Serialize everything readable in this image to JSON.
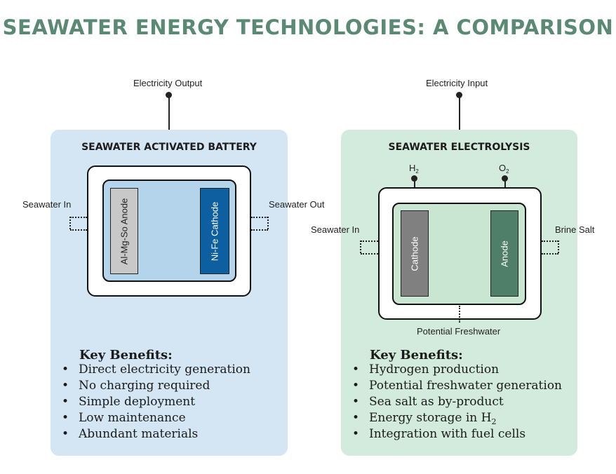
{
  "title": "SEAWATER ENERGY TECHNOLOGIES: A COMPARISON",
  "battery": {
    "heading": "SEAWATER ACTIVATED BATTERY",
    "top_label": "Electricity Output",
    "left_label": "Seawater In",
    "right_label": "Seawater Out",
    "anode_label": "Al-Mg-So Anode",
    "cathode_label": "Ni-Fe Cathode",
    "benefits_title": "Key Benefits:",
    "benefits": [
      "Direct electricity generation",
      "No charging required",
      "Simple deployment",
      "Low maintenance",
      "Abundant materials"
    ]
  },
  "electrolysis": {
    "heading": "SEAWATER ELECTROLYSIS",
    "top_label": "Electricity Input",
    "left_label": "Seawater In",
    "right_label": "Brine Salt",
    "bottom_label": "Potential Freshwater",
    "h2_main": "H",
    "h2_sub": "2",
    "o2_main": "O",
    "o2_sub": "2",
    "cathode_label": "Cathode",
    "anode_label": "Anode",
    "benefits_title": "Key Benefits:",
    "benefits": [
      "Hydrogen production",
      "Potential freshwater generation",
      "Sea salt as by-product",
      "Energy storage in H",
      "Integration with fuel cells"
    ],
    "benefit_4_sub": "2"
  },
  "colors": {
    "title": "#5a8a73",
    "battery_panel": "#d4e6f3",
    "battery_inner": "#b3d4ea",
    "battery_anode": "#c8c8c8",
    "battery_cathode": "#0d5fa0",
    "electrolysis_panel": "#d3ebdc",
    "electrolysis_inner": "#c8e6d2",
    "electrolysis_cathode": "#808080",
    "electrolysis_anode": "#4f7f68"
  }
}
